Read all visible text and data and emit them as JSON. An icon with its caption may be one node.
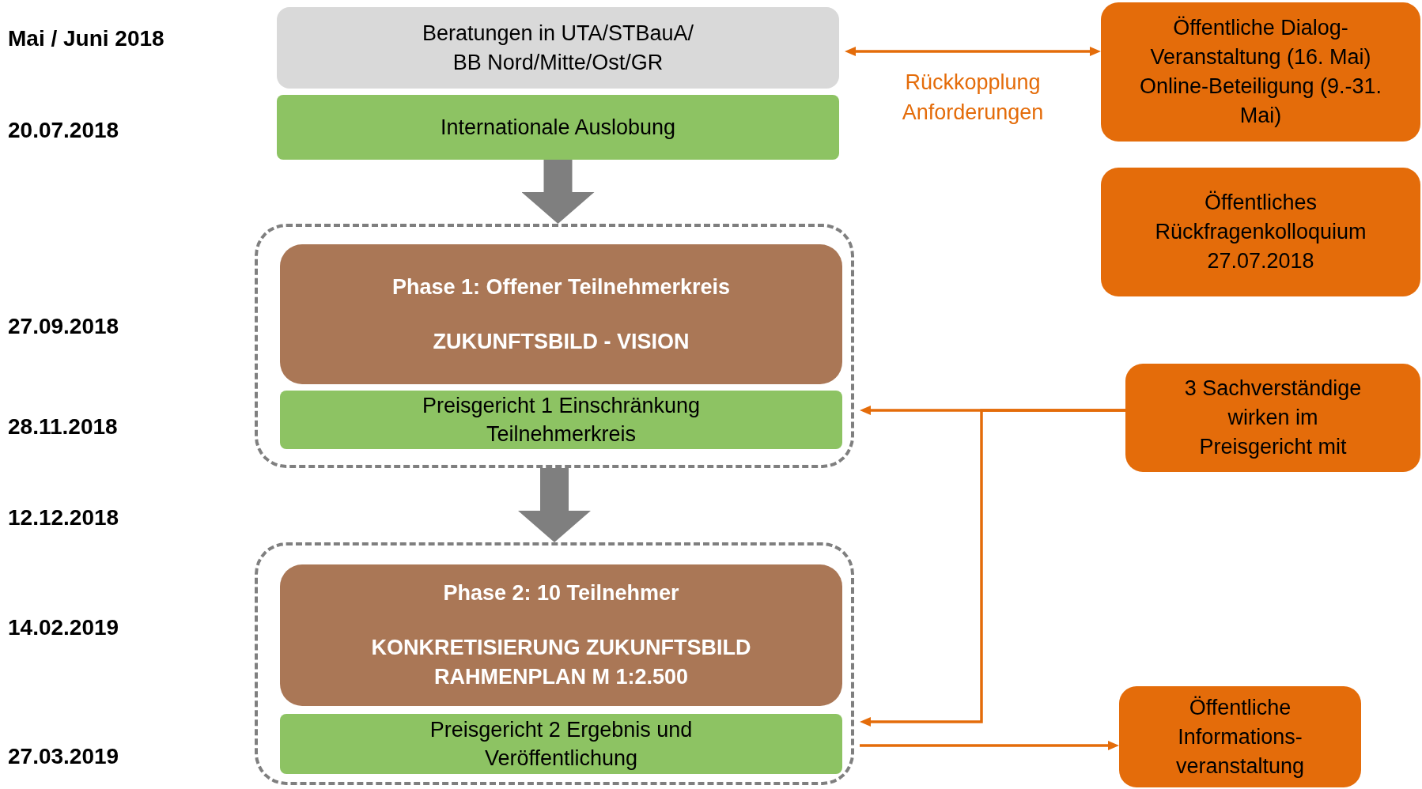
{
  "diagram": {
    "nodes": [
      {
        "text": [
          "Beratungen in UTA/STBauA/ BB Nord/Mitte/Ost/GR"
        ]
      },
      {
        "text": [
          "Internationale Auslobung"
        ]
      },
      {
        "text": [],
        "shape": "box"
      },
      {
        "text": [
          "Phase 1: Offener Teilnehmerkreis",
          "ZUKUNFTSBILD - VISION"
        ],
        "in": 2
      },
      {
        "text": [
          "Preisgericht 1 Einschränkung Teilnehmerkreis"
        ],
        "in": 2
      },
      {
        "text": [],
        "shape": "box"
      },
      {
        "text": [
          "Phase 2: 10 Teilnehmer",
          "KONKRETISIERUNG ZUKUNFTSBILD RAHMENPLAN M 1:2.500"
        ],
        "in": 5
      },
      {
        "text": [
          "Preisgericht 2 Ergebnis und Veröffentlichung"
        ],
        "in": 5
      },
      {
        "text": [
          "Öffentliche Dialog- Veranstaltung (16. Mai)",
          "Online-Beteiligung (9.-31. Mai)"
        ]
      },
      {
        "text": [
          "Öffentliches Rückfragenkolloquium 27.07.2018"
        ]
      },
      {
        "text": [
          "3 Sachverständige wirken im Preisgericht mit"
        ]
      },
      {
        "text": [
          "Öffentliche Informations- veranstaltung"
        ]
      }
    ],
    "edges": [
      {
        "from": 1,
        "to": 2,
        "arrow": "to",
        "style": "thick",
        "color": "#7f7f7f"
      },
      {
        "from": 2,
        "to": 5,
        "arrow": "to",
        "style": "thick",
        "color": "#7f7f7f"
      },
      {
        "from": 0,
        "to": 8,
        "arrow": "both",
        "label": "Rückkopplung Anforderungen"
      },
      {
        "from": 10,
        "to": 2,
        "arrow": "to"
      },
      {
        "from": 10,
        "to": 5,
        "arrow": "to"
      },
      {
        "from": 5,
        "to": 11,
        "arrow": "to"
      }
    ],
    "labels": [
      "Mai / Juni 2018",
      "20.07.2018",
      "27.09.2018",
      "28.11.2018",
      "12.12.2018",
      "14.02.2019",
      "27.03.2019"
    ]
  }
}
